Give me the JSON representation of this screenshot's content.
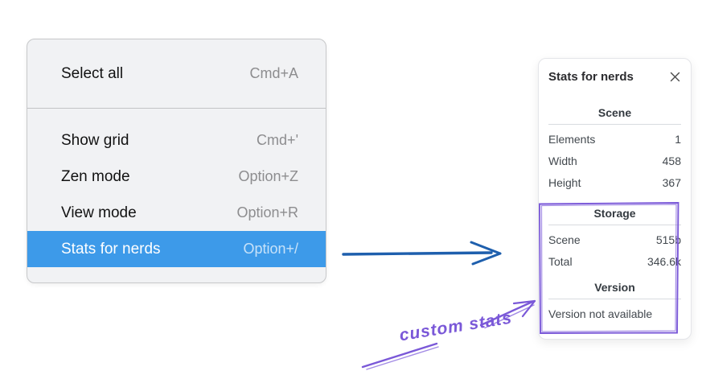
{
  "menu": {
    "groups": [
      {
        "items": [
          {
            "label": "Select all",
            "shortcut": "Cmd+A",
            "selected": false
          }
        ]
      },
      {
        "items": [
          {
            "label": "Show grid",
            "shortcut": "Cmd+'",
            "selected": false
          },
          {
            "label": "Zen mode",
            "shortcut": "Option+Z",
            "selected": false
          },
          {
            "label": "View mode",
            "shortcut": "Option+R",
            "selected": false
          },
          {
            "label": "Stats for nerds",
            "shortcut": "Option+/",
            "selected": true
          }
        ]
      }
    ]
  },
  "stats_panel": {
    "title": "Stats for nerds",
    "sections": [
      {
        "heading": "Scene",
        "rows": [
          {
            "label": "Elements",
            "value": "1"
          },
          {
            "label": "Width",
            "value": "458"
          },
          {
            "label": "Height",
            "value": "367"
          }
        ]
      },
      {
        "heading": "Storage",
        "rows": [
          {
            "label": "Scene",
            "value": "515b"
          },
          {
            "label": "Total",
            "value": "346.6k"
          }
        ]
      },
      {
        "heading": "Version",
        "note": "Version not available"
      }
    ]
  },
  "annotation": {
    "label": "custom stats"
  },
  "colors": {
    "menu_highlight": "#3d9ae9",
    "flow_arrow_blue": "#1e5fad",
    "annotation_purple": "#7a58d8"
  }
}
